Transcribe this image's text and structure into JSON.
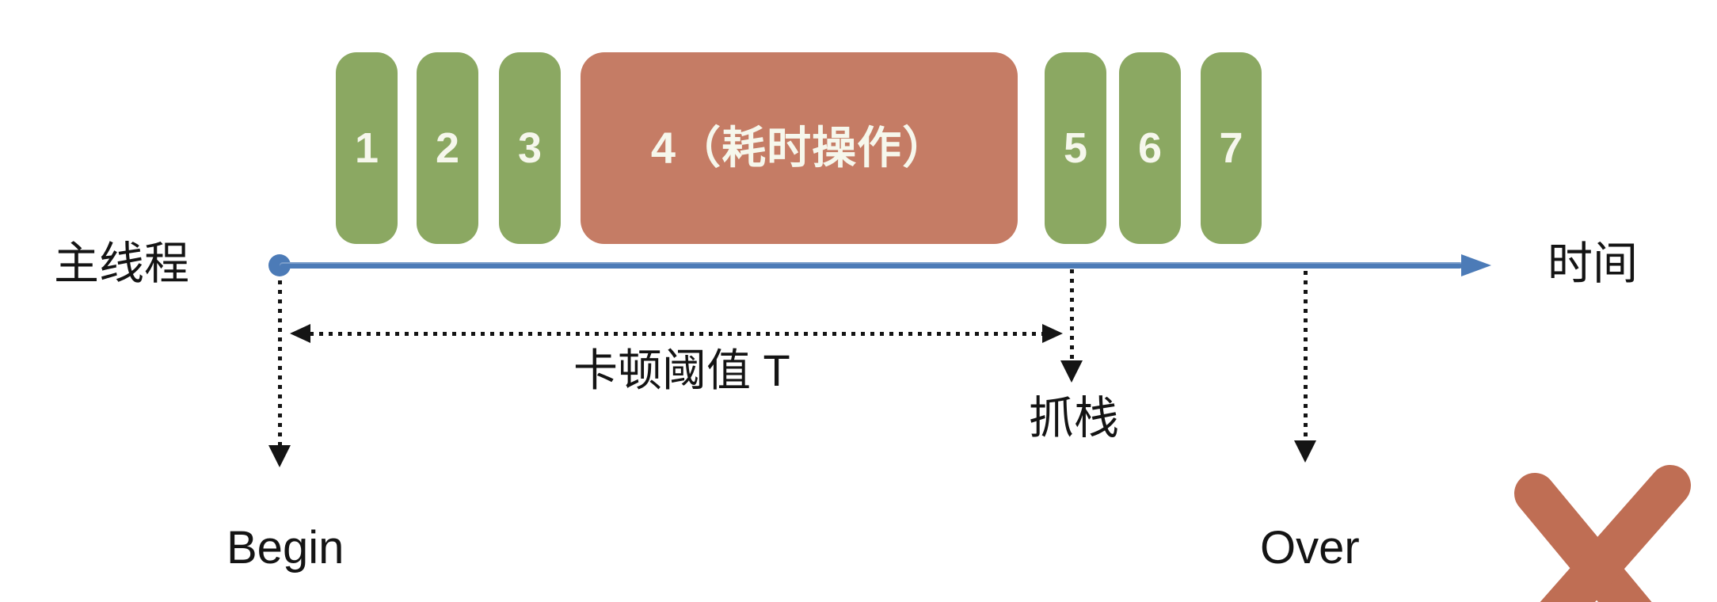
{
  "labels": {
    "main_thread": "主线程",
    "time": "时间",
    "begin": "Begin",
    "over": "Over",
    "lag_threshold": "卡顿阈值 T",
    "stack_capture": "抓栈"
  },
  "blocks": [
    {
      "label": "1",
      "type": "normal"
    },
    {
      "label": "2",
      "type": "normal"
    },
    {
      "label": "3",
      "type": "normal"
    },
    {
      "label": "4（耗时操作）",
      "type": "time_consuming"
    },
    {
      "label": "5",
      "type": "normal"
    },
    {
      "label": "6",
      "type": "normal"
    },
    {
      "label": "7",
      "type": "normal"
    }
  ],
  "colors": {
    "block-green": "#8BA862",
    "block-red": "#C57C65",
    "timeline-blue": "#4C7BB7",
    "text-black": "#141414",
    "block-text": "#F6F7EC",
    "x-mark": "#BF6E54"
  }
}
